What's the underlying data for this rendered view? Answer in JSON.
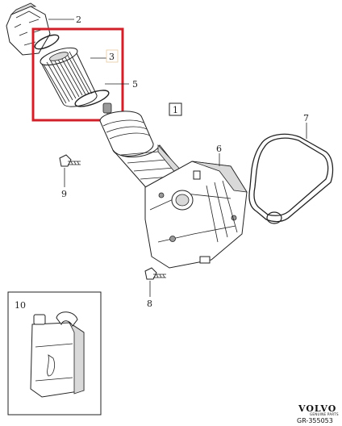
{
  "callouts": {
    "c1": "1",
    "c2": "2",
    "c3": "3",
    "c5": "5",
    "c6": "6",
    "c7": "7",
    "c8": "8",
    "c9": "9",
    "c10": "10"
  },
  "brand": {
    "name": "VOLVO",
    "subtitle": "GENUINE PARTS"
  },
  "reference": "GR-355053",
  "colors": {
    "highlight_box": "#d0202a",
    "line": "#222222",
    "shade": "#d9d9d9"
  }
}
